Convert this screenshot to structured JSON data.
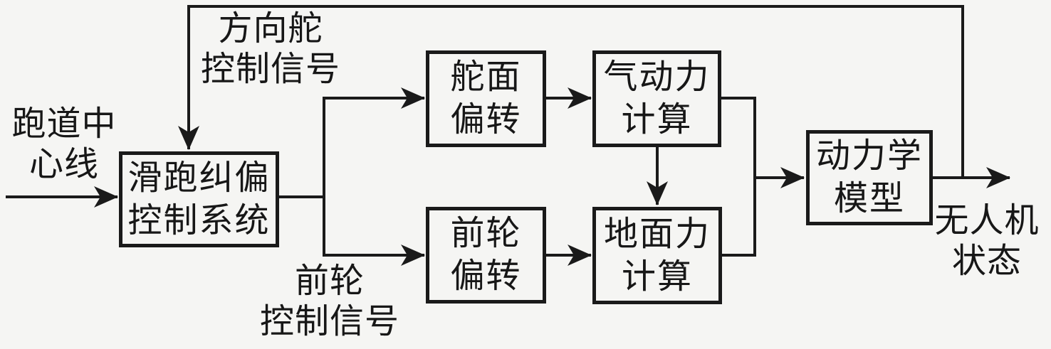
{
  "diagram": {
    "background_color": "#f5f5f3",
    "line_color": "#1a1a1a",
    "boxes": [
      {
        "id": "taxi-correction-control",
        "line1": "滑跑纠偏",
        "line2": "控制系统"
      },
      {
        "id": "rudder-surface-deflection",
        "line1": "舵面",
        "line2": "偏转"
      },
      {
        "id": "nosewheel-deflection",
        "line1": "前轮",
        "line2": "偏转"
      },
      {
        "id": "aerodynamic-force-calc",
        "line1": "气动力",
        "line2": "计算"
      },
      {
        "id": "ground-force-calc",
        "line1": "地面力",
        "line2": "计算"
      },
      {
        "id": "dynamics-model",
        "line1": "动力学",
        "line2": "模型"
      }
    ],
    "labels": [
      {
        "id": "runway-centerline-input",
        "line1": "跑道中",
        "line2": "心线"
      },
      {
        "id": "rudder-control-signal",
        "line1": "方向舵",
        "line2": "控制信号"
      },
      {
        "id": "nosewheel-control-signal",
        "line1": "前轮",
        "line2": "控制信号"
      },
      {
        "id": "uav-state-output",
        "line1": "无人机",
        "line2": "状态"
      }
    ]
  }
}
